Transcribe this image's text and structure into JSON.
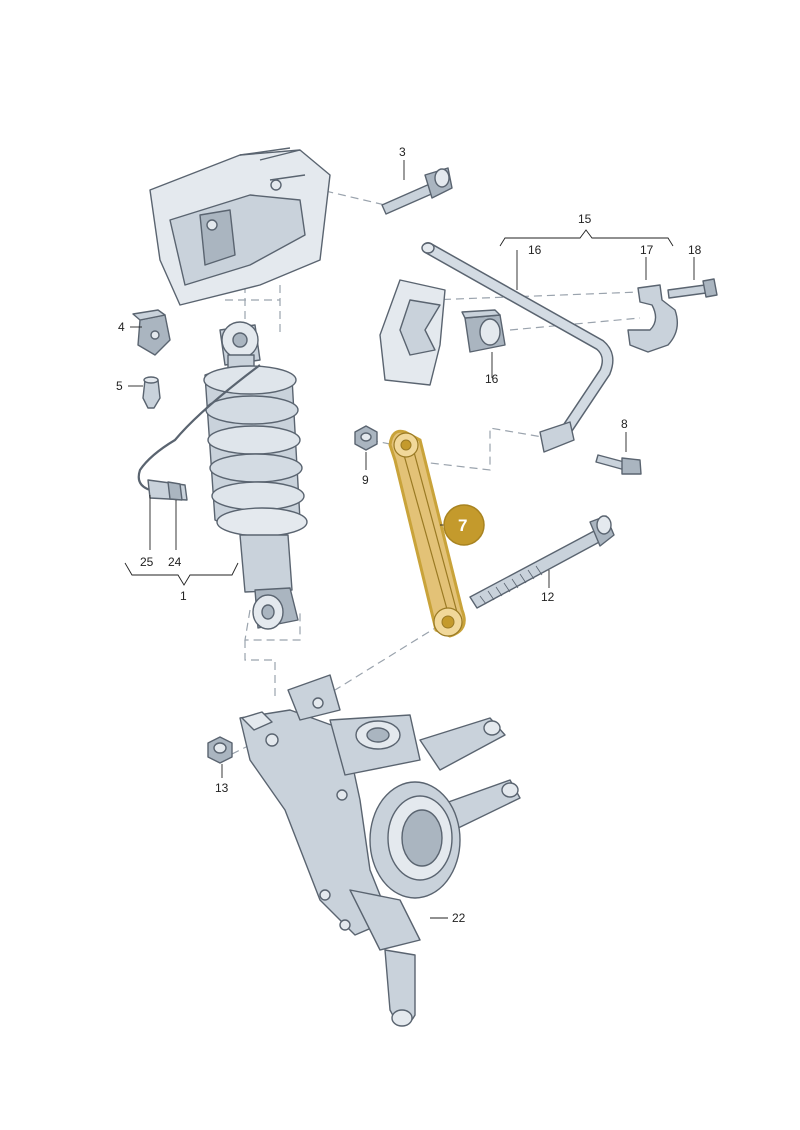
{
  "labels": {
    "l1": "1",
    "l3": "3",
    "l4": "4",
    "l5": "5",
    "l8": "8",
    "l9": "9",
    "l12": "12",
    "l13": "13",
    "l15": "15",
    "l16a": "16",
    "l16b": "16",
    "l17": "17",
    "l18": "18",
    "l22": "22",
    "l24": "24",
    "l25": "25"
  },
  "highlight": {
    "label": "7",
    "color": "#c9a33a",
    "badge_color": "#c49a2c"
  },
  "colors": {
    "line": "#5a6470",
    "metal": "#c9d2db"
  }
}
